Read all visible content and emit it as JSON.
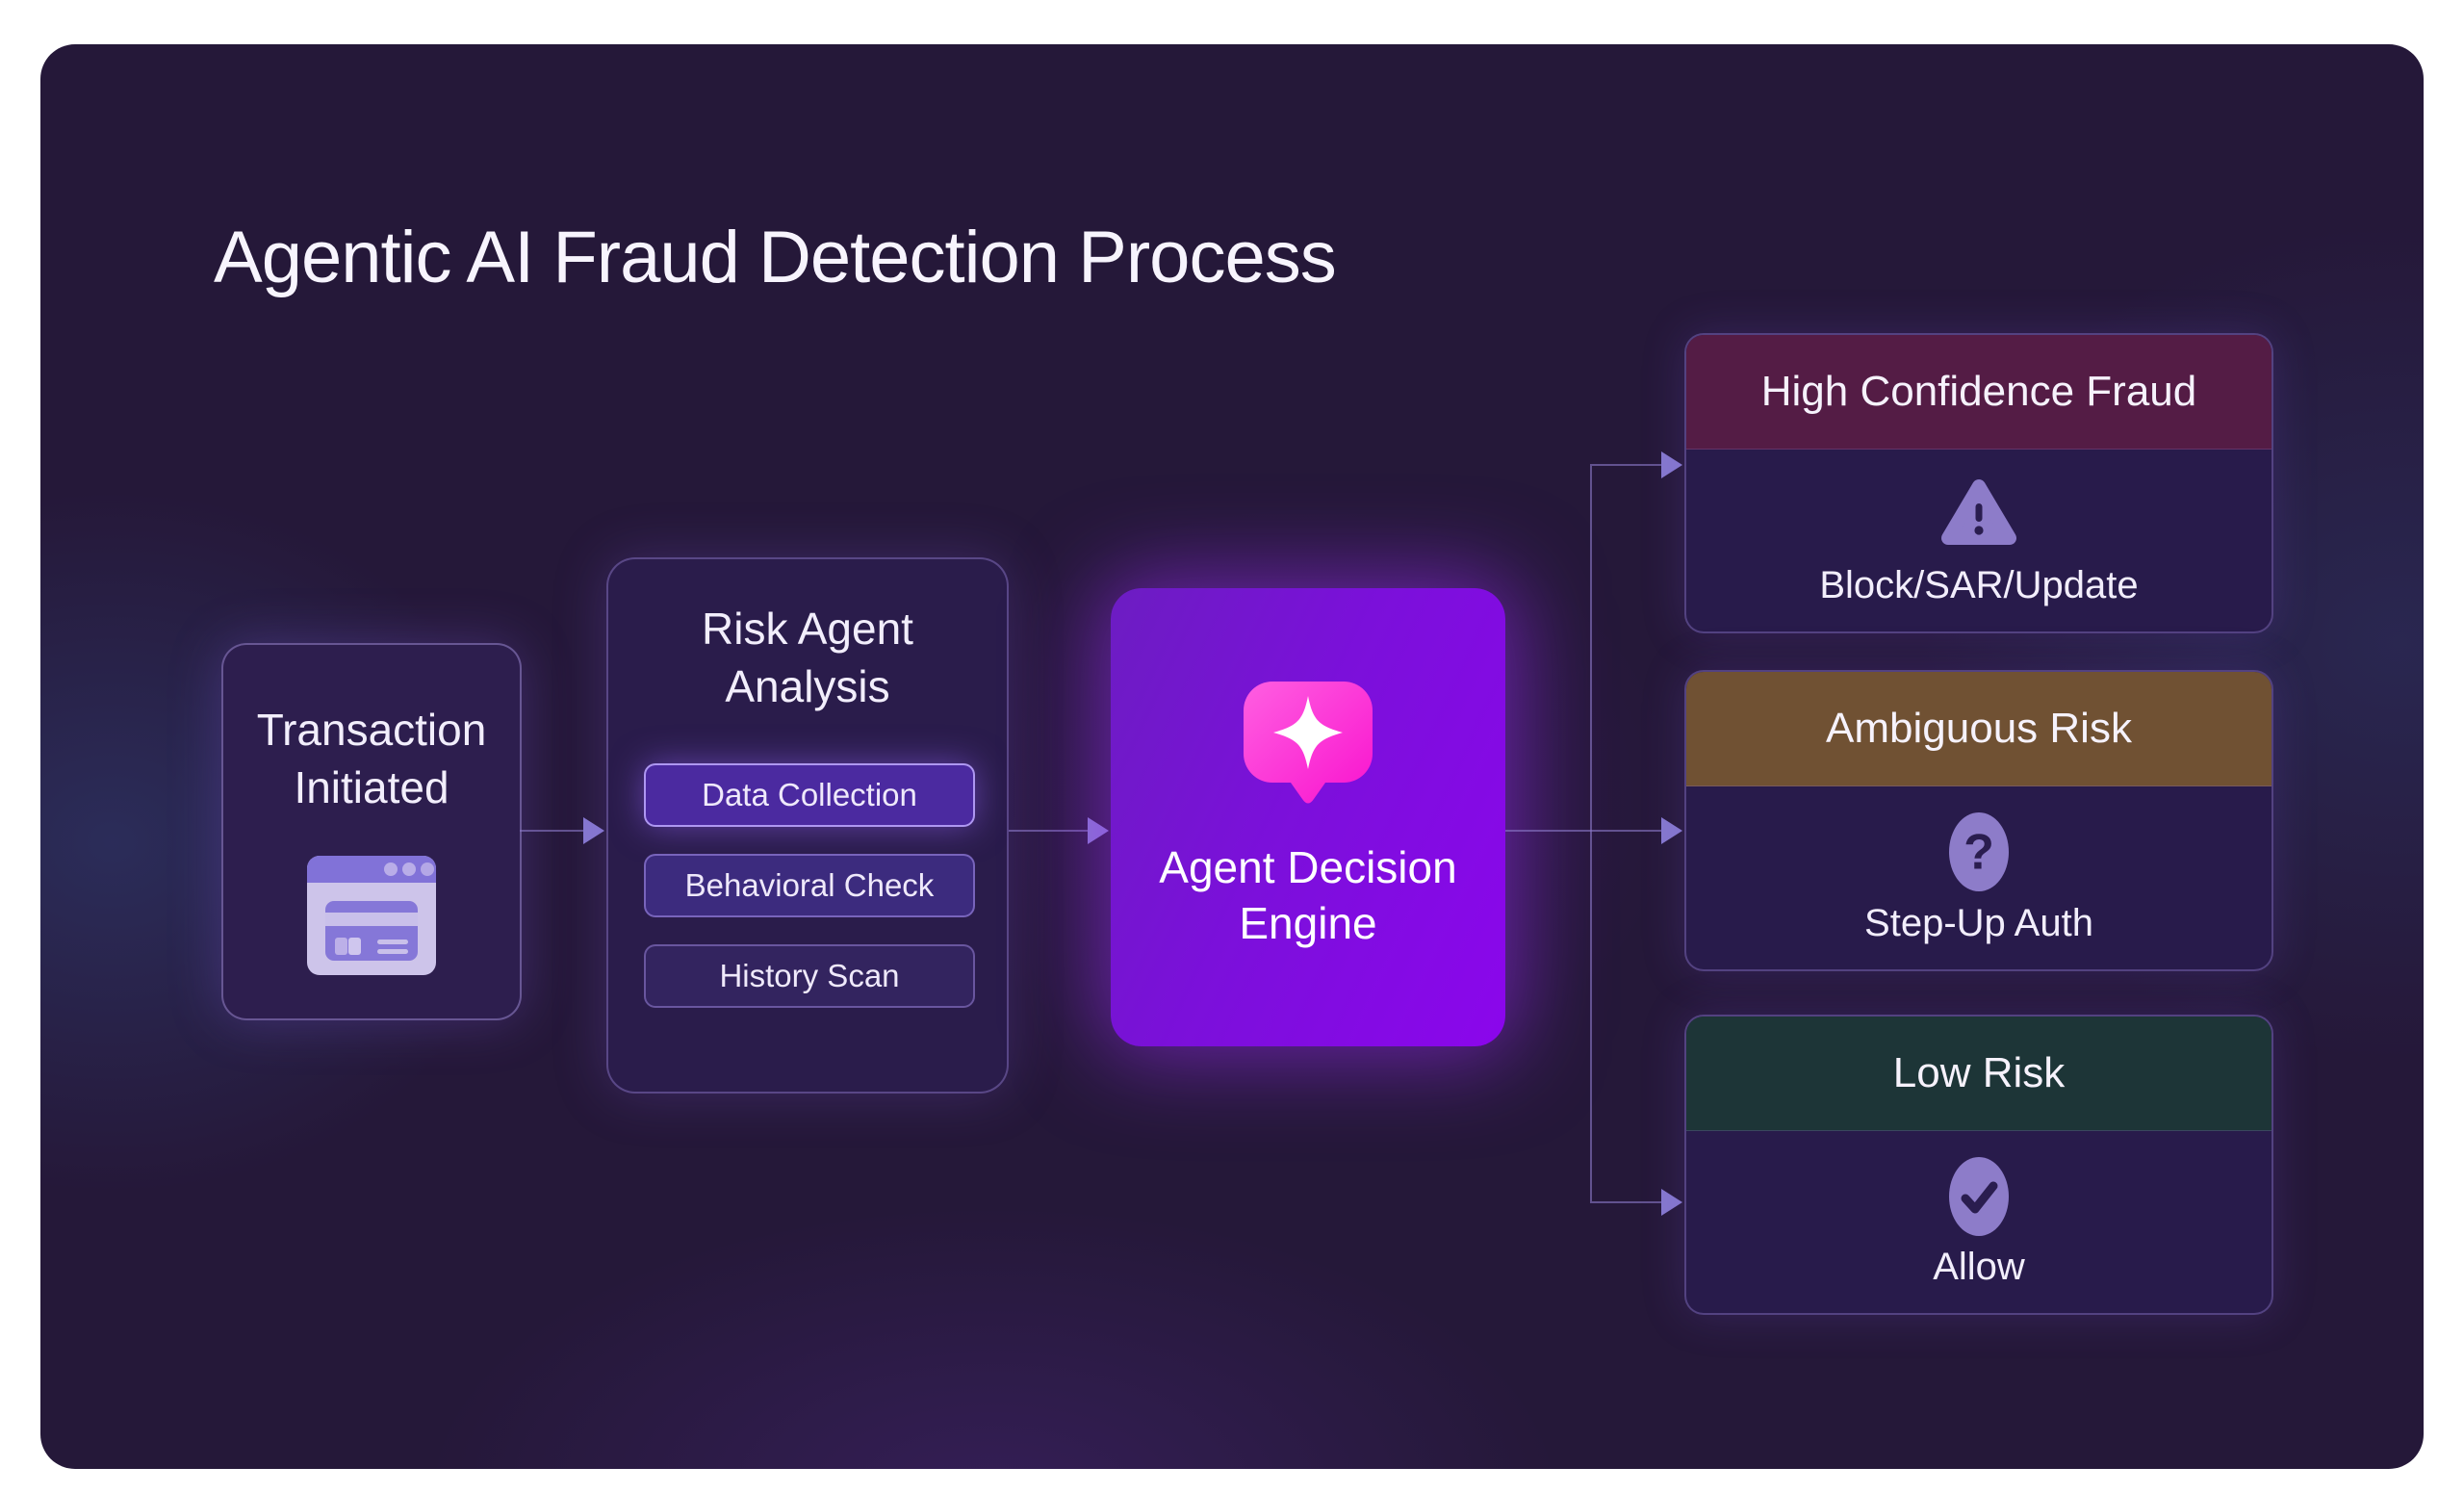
{
  "title": "Agentic AI Fraud Detection Process",
  "nodes": {
    "transaction": {
      "label": "Transaction Initiated",
      "icon": "browser-payment-card-icon"
    },
    "risk": {
      "title": "Risk Agent Analysis",
      "steps": [
        {
          "label": "Data Collection"
        },
        {
          "label": "Behavioral Check"
        },
        {
          "label": "History Scan"
        }
      ]
    },
    "engine": {
      "label": "Agent Decision Engine",
      "icon": "sparkle-chat-bubble-icon"
    },
    "outcomes": [
      {
        "header": "High Confidence Fraud",
        "action": "Block/SAR/Update",
        "icon": "warning-triangle-icon",
        "header_color": "#541c45"
      },
      {
        "header": "Ambiguous Risk",
        "action": "Step-Up Auth",
        "icon": "question-mark-icon",
        "header_color": "#705133"
      },
      {
        "header": "Low Risk",
        "action": "Allow",
        "icon": "check-mark-icon",
        "header_color": "#1d3537"
      }
    ]
  },
  "colors": {
    "page_background": "#ffffff",
    "panel_background": "#251839",
    "transaction_fill": "#2d1e4e",
    "risk_fill": "#2a1c4b",
    "step_active_fill": "#4b2aa0",
    "step_fill_2": "#3c2b7e",
    "step_fill_3": "#33245f",
    "engine_gradient_start": "#6c1dc2",
    "engine_gradient_end": "#8b06ec",
    "engine_icon_gradient_start": "#ff5fe1",
    "engine_icon_gradient_end": "#f913ce",
    "outcome_body_fill": "#281b4b",
    "outcome_icon_fill": "#8d7cc9",
    "outcome_glyph_color": "#2a1d4f",
    "connector_color": "#8679cf",
    "text_color": "#f2eefc"
  }
}
